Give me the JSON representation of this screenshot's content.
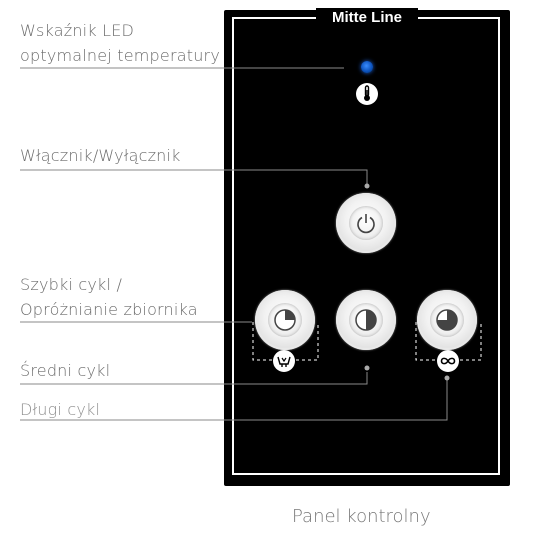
{
  "labels": {
    "led": [
      "Wskaźnik LED",
      "optymalnej temperatury"
    ],
    "power": "Włącznik/Wyłącznik",
    "quick": [
      "Szybki cykl /",
      "Opróżnianie zbiornika"
    ],
    "medium": "Średni cykl",
    "long": "Długi cykl"
  },
  "panel": {
    "brand": "Mitte Line",
    "caption": "Panel kontrolny"
  },
  "colors": {
    "panel": "#000000",
    "led": "#1f5fd0",
    "label": "#6b6b6b"
  },
  "icons": [
    "thermometer-icon",
    "power-icon",
    "quarter-cycle-icon",
    "half-cycle-icon",
    "three-quarter-cycle-icon",
    "drain-icon",
    "infinity-icon"
  ]
}
